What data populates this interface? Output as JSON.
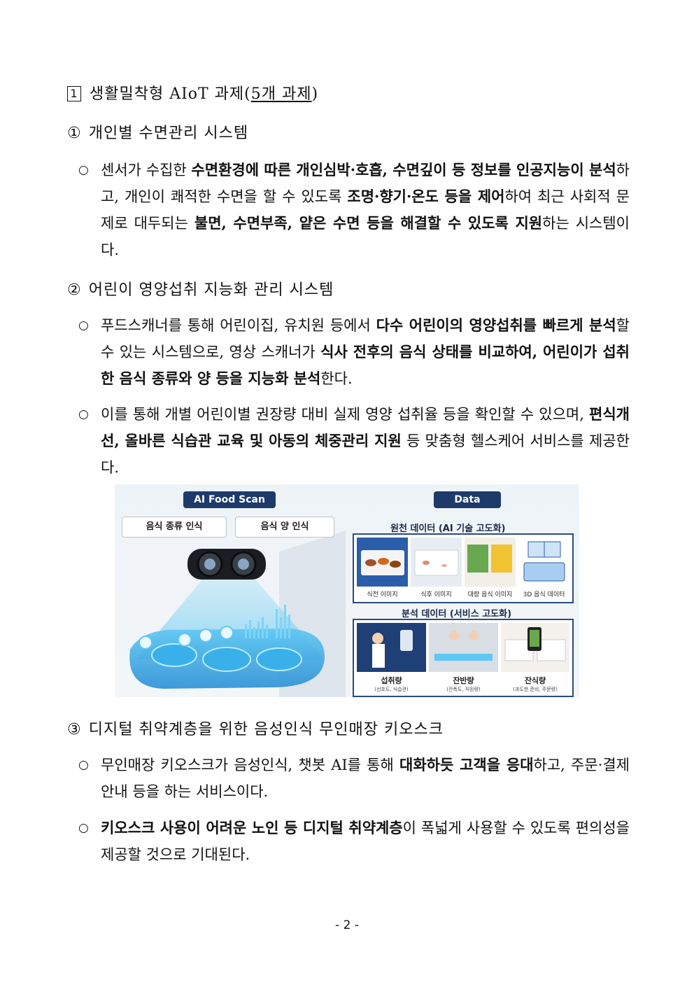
{
  "section": {
    "num": "1",
    "title": "생활밀착형 AIoT 과제",
    "count": "5개 과제"
  },
  "items": {
    "item1": {
      "num": "①",
      "title": "개인별 수면관리 시스템",
      "bullets": [
        [
          {
            "t": "센서가 수집한 ",
            "b": false
          },
          {
            "t": "수면환경에 따른 개인심박·호흡, 수면깊이 등 정보를 인공지능이 분석",
            "b": true
          },
          {
            "t": "하고, 개인이 쾌적한 수면을 할 수 있도록 ",
            "b": false
          },
          {
            "t": "조명·향기·온도 등을 제어",
            "b": true
          },
          {
            "t": "하여 최근 사회적 문제로 대두되는 ",
            "b": false
          },
          {
            "t": "불면, 수면부족, 얕은 수면 등을 해결할 수 있도록 지원",
            "b": true
          },
          {
            "t": "하는 시스템이다.",
            "b": false
          }
        ]
      ]
    },
    "item2": {
      "num": "②",
      "title": "어린이 영양섭취 지능화 관리 시스템",
      "bullets": [
        [
          {
            "t": "푸드스캐너를 통해 어린이집, 유치원 등에서 ",
            "b": false
          },
          {
            "t": "다수 어린이의 영양섭취를 빠르게 분석",
            "b": true
          },
          {
            "t": "할 수 있는 시스템으로, 영상 스캐너가 ",
            "b": false
          },
          {
            "t": "식사 전후의 음식 상태를 비교하여, 어린이가 섭취한 음식 종류와 양 등을 지능화 분석",
            "b": true
          },
          {
            "t": "한다.",
            "b": false
          }
        ],
        [
          {
            "t": "이를 통해 개별 어린이별 권장량 대비 실제 영양 섭취율 등을 확인할 수 있으며, ",
            "b": false
          },
          {
            "t": "편식개선, 올바른 식습관 교육 및 아동의 체중관리 지원",
            "b": true
          },
          {
            "t": " 등 맞춤형 헬스케어 서비스를 제공한다.",
            "b": false
          }
        ]
      ]
    },
    "item3": {
      "num": "③",
      "title": "디지털 취약계층을 위한 음성인식 무인매장 키오스크",
      "bullets": [
        [
          {
            "t": "무인매장 키오스크가 음성인식, 챗봇 AI를 통해 ",
            "b": false
          },
          {
            "t": "대화하듯 고객을 응대",
            "b": true
          },
          {
            "t": "하고, 주문·결제안내 등을 하는 서비스이다.",
            "b": false
          }
        ],
        [
          {
            "t": "키오스크 사용이 어려운 노인 등 디지털 취약계층",
            "b": true
          },
          {
            "t": "이 폭넓게 사용할 수 있도록 편의성을 제공할 것으로 기대된다.",
            "b": false
          }
        ]
      ]
    }
  },
  "bullet_mark": "○",
  "figure": {
    "scan_title": "AI Food Scan",
    "data_title": "Data",
    "tag1": "음식 종류 인식",
    "tag2": "음식 양 인식",
    "raw_title": "원천 데이터 (AI 기술 고도화)",
    "raw_items": [
      "식전 이미지",
      "식후 이미지",
      "대량 음식 이미지",
      "3D 음식 데이터"
    ],
    "analysis_title": "분석 데이터 (서비스 고도화)",
    "analysis_items": [
      {
        "label": "섭취량",
        "sub": "(선호도, 식습관)"
      },
      {
        "label": "잔반량",
        "sub": "(잔폭도, 직원량)"
      },
      {
        "label": "잔식량",
        "sub": "(과도한 준비, 주문량)"
      }
    ],
    "colors": {
      "navy": "#1e3a6b",
      "frame": "#2a4a85",
      "glow": "#5fc7f2"
    }
  },
  "footer": "- 2 -"
}
